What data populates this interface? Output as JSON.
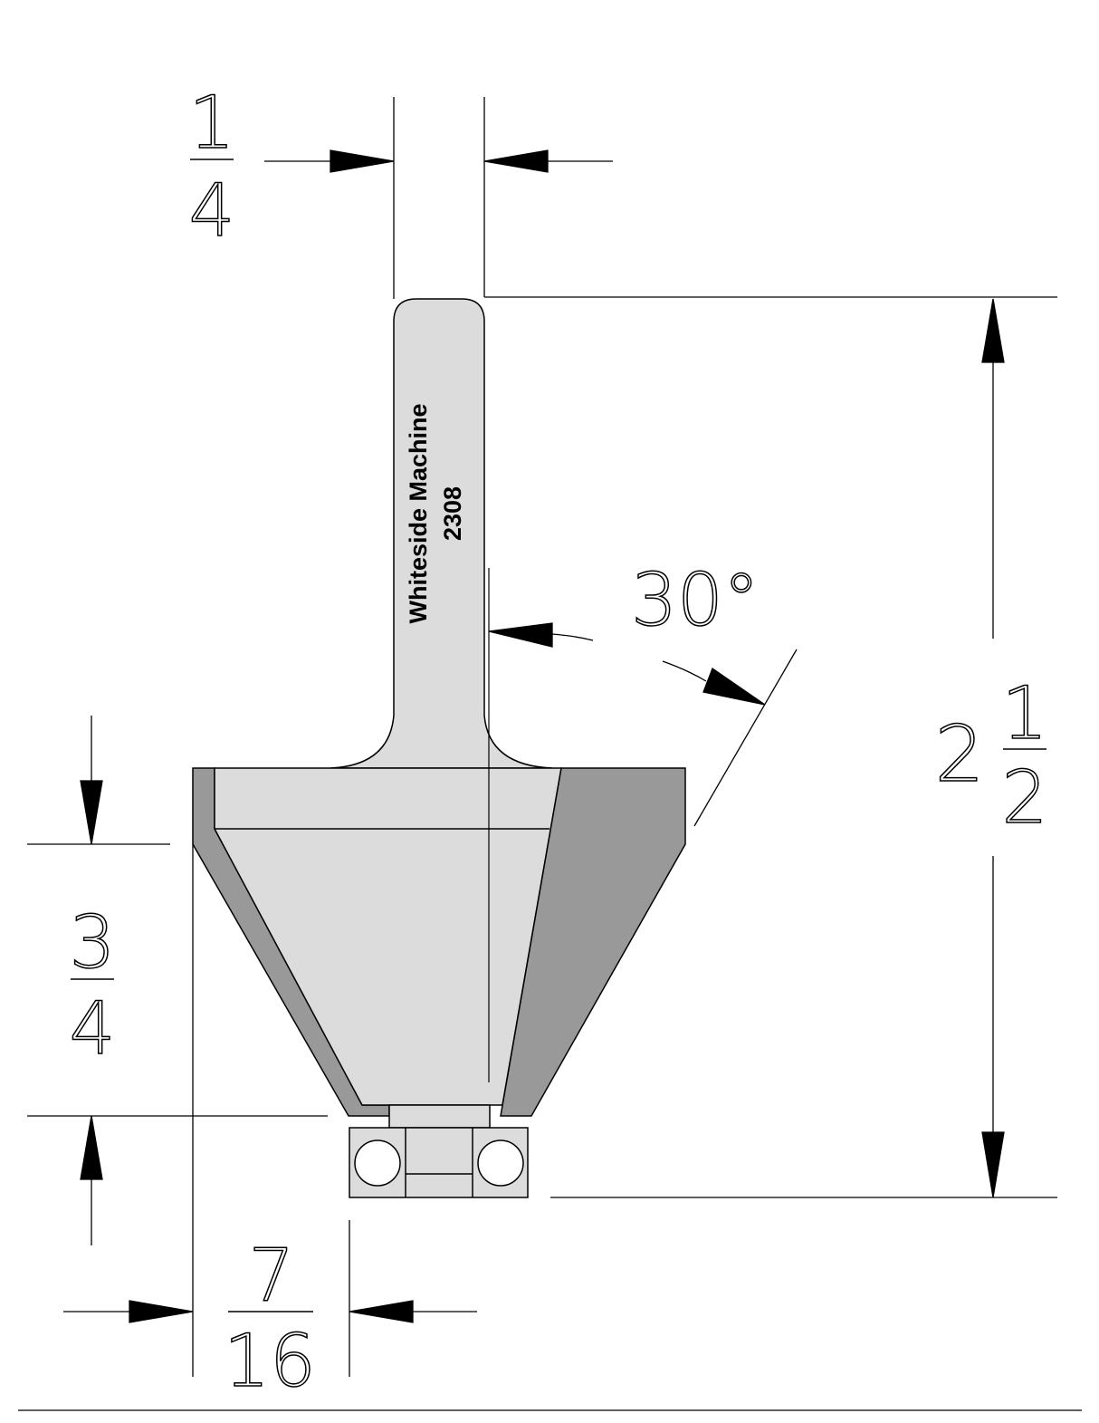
{
  "brand_text": "Whiteside Machine",
  "model_number": "2308",
  "dimensions": {
    "shank_diameter": {
      "numerator": "1",
      "denominator": "4"
    },
    "overall_length": {
      "whole": "2",
      "numerator": "1",
      "denominator": "2"
    },
    "cutting_height": {
      "numerator": "3",
      "denominator": "4"
    },
    "cut_depth": {
      "numerator": "7",
      "denominator": "16"
    },
    "angle": "30°"
  },
  "colors": {
    "light_gray": "#dcdcdc",
    "dark_gray": "#999999",
    "line": "#000000"
  }
}
